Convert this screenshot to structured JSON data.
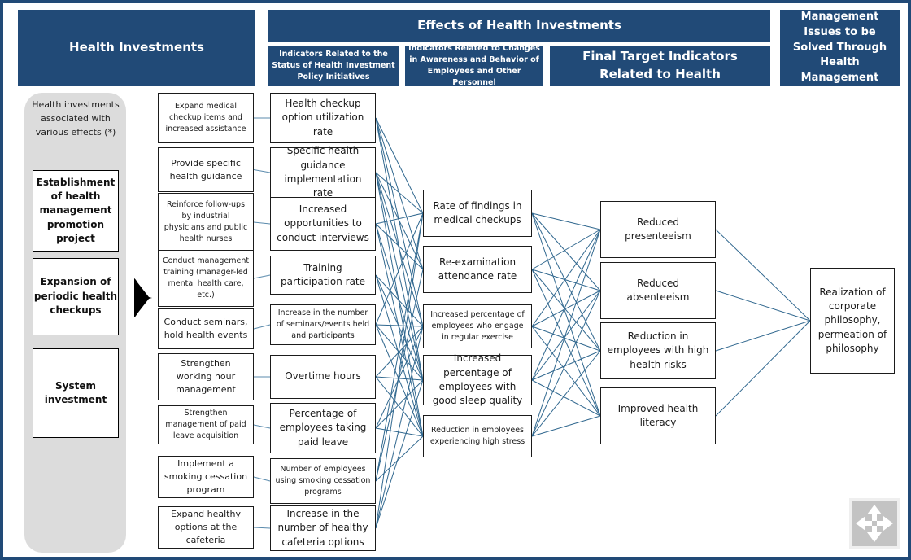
{
  "headers": {
    "health_investments": "Health Investments",
    "effects": "Effects of Health Investments",
    "indicators_status": "Indicators Related to the Status of Health Investment Policy Initiatives",
    "indicators_changes": "Indicators Related to Changes in Awareness and Behavior of Employees and Other Personnel",
    "final_target": "Final Target Indicators Related to Health",
    "management_issues": "Management Issues to be Solved Through Health Management"
  },
  "left_panel": {
    "caption": "Health investments associated with various effects (*)",
    "items": [
      {
        "label": "Establishment of health management promotion project"
      },
      {
        "label": "Expansion of periodic health checkups"
      },
      {
        "label": "System investment"
      }
    ]
  },
  "investment_actions": [
    {
      "label": "Expand medical checkup items and increased assistance"
    },
    {
      "label": "Provide specific health guidance"
    },
    {
      "label": "Reinforce follow-ups by industrial physicians and public health nurses"
    },
    {
      "label": "Conduct management training (manager-led mental health care, etc.)"
    },
    {
      "label": "Conduct seminars, hold health events"
    },
    {
      "label": "Strengthen working hour management"
    },
    {
      "label": "Strengthen management of paid leave acquisition"
    },
    {
      "label": "Implement a smoking cessation program"
    },
    {
      "label": "Expand healthy options at the cafeteria"
    }
  ],
  "status_indicators": [
    {
      "label": "Health checkup option utilization rate"
    },
    {
      "label": "Specific health guidance implementation rate"
    },
    {
      "label": "Increased opportunities to conduct interviews"
    },
    {
      "label": "Training participation rate"
    },
    {
      "label": "Increase in the number of seminars/events held and participants"
    },
    {
      "label": "Overtime hours"
    },
    {
      "label": "Percentage of employees taking paid leave"
    },
    {
      "label": "Number of employees using smoking cessation programs"
    },
    {
      "label": "Increase in the number of healthy cafeteria options"
    }
  ],
  "behavior_indicators": [
    {
      "label": "Rate of findings in medical checkups"
    },
    {
      "label": "Re-examination attendance rate"
    },
    {
      "label": "Increased percentage of employees who engage in regular exercise"
    },
    {
      "label": "Increased percentage of employees with good sleep quality"
    },
    {
      "label": "Reduction in employees experiencing high stress"
    }
  ],
  "final_indicators": [
    {
      "label": "Reduced presenteeism"
    },
    {
      "label": "Reduced absenteeism"
    },
    {
      "label": "Reduction in employees with high health risks"
    },
    {
      "label": "Improved health literacy"
    }
  ],
  "outcome": {
    "label": "Realization of corporate philosophy, permeation of philosophy"
  },
  "controls": {
    "pan": "pan-control"
  },
  "colors": {
    "header_blue": "#214a77",
    "panel_grey": "#dcdcdc",
    "connector_blue": "#31688f",
    "box_border": "#1b1b1b"
  }
}
